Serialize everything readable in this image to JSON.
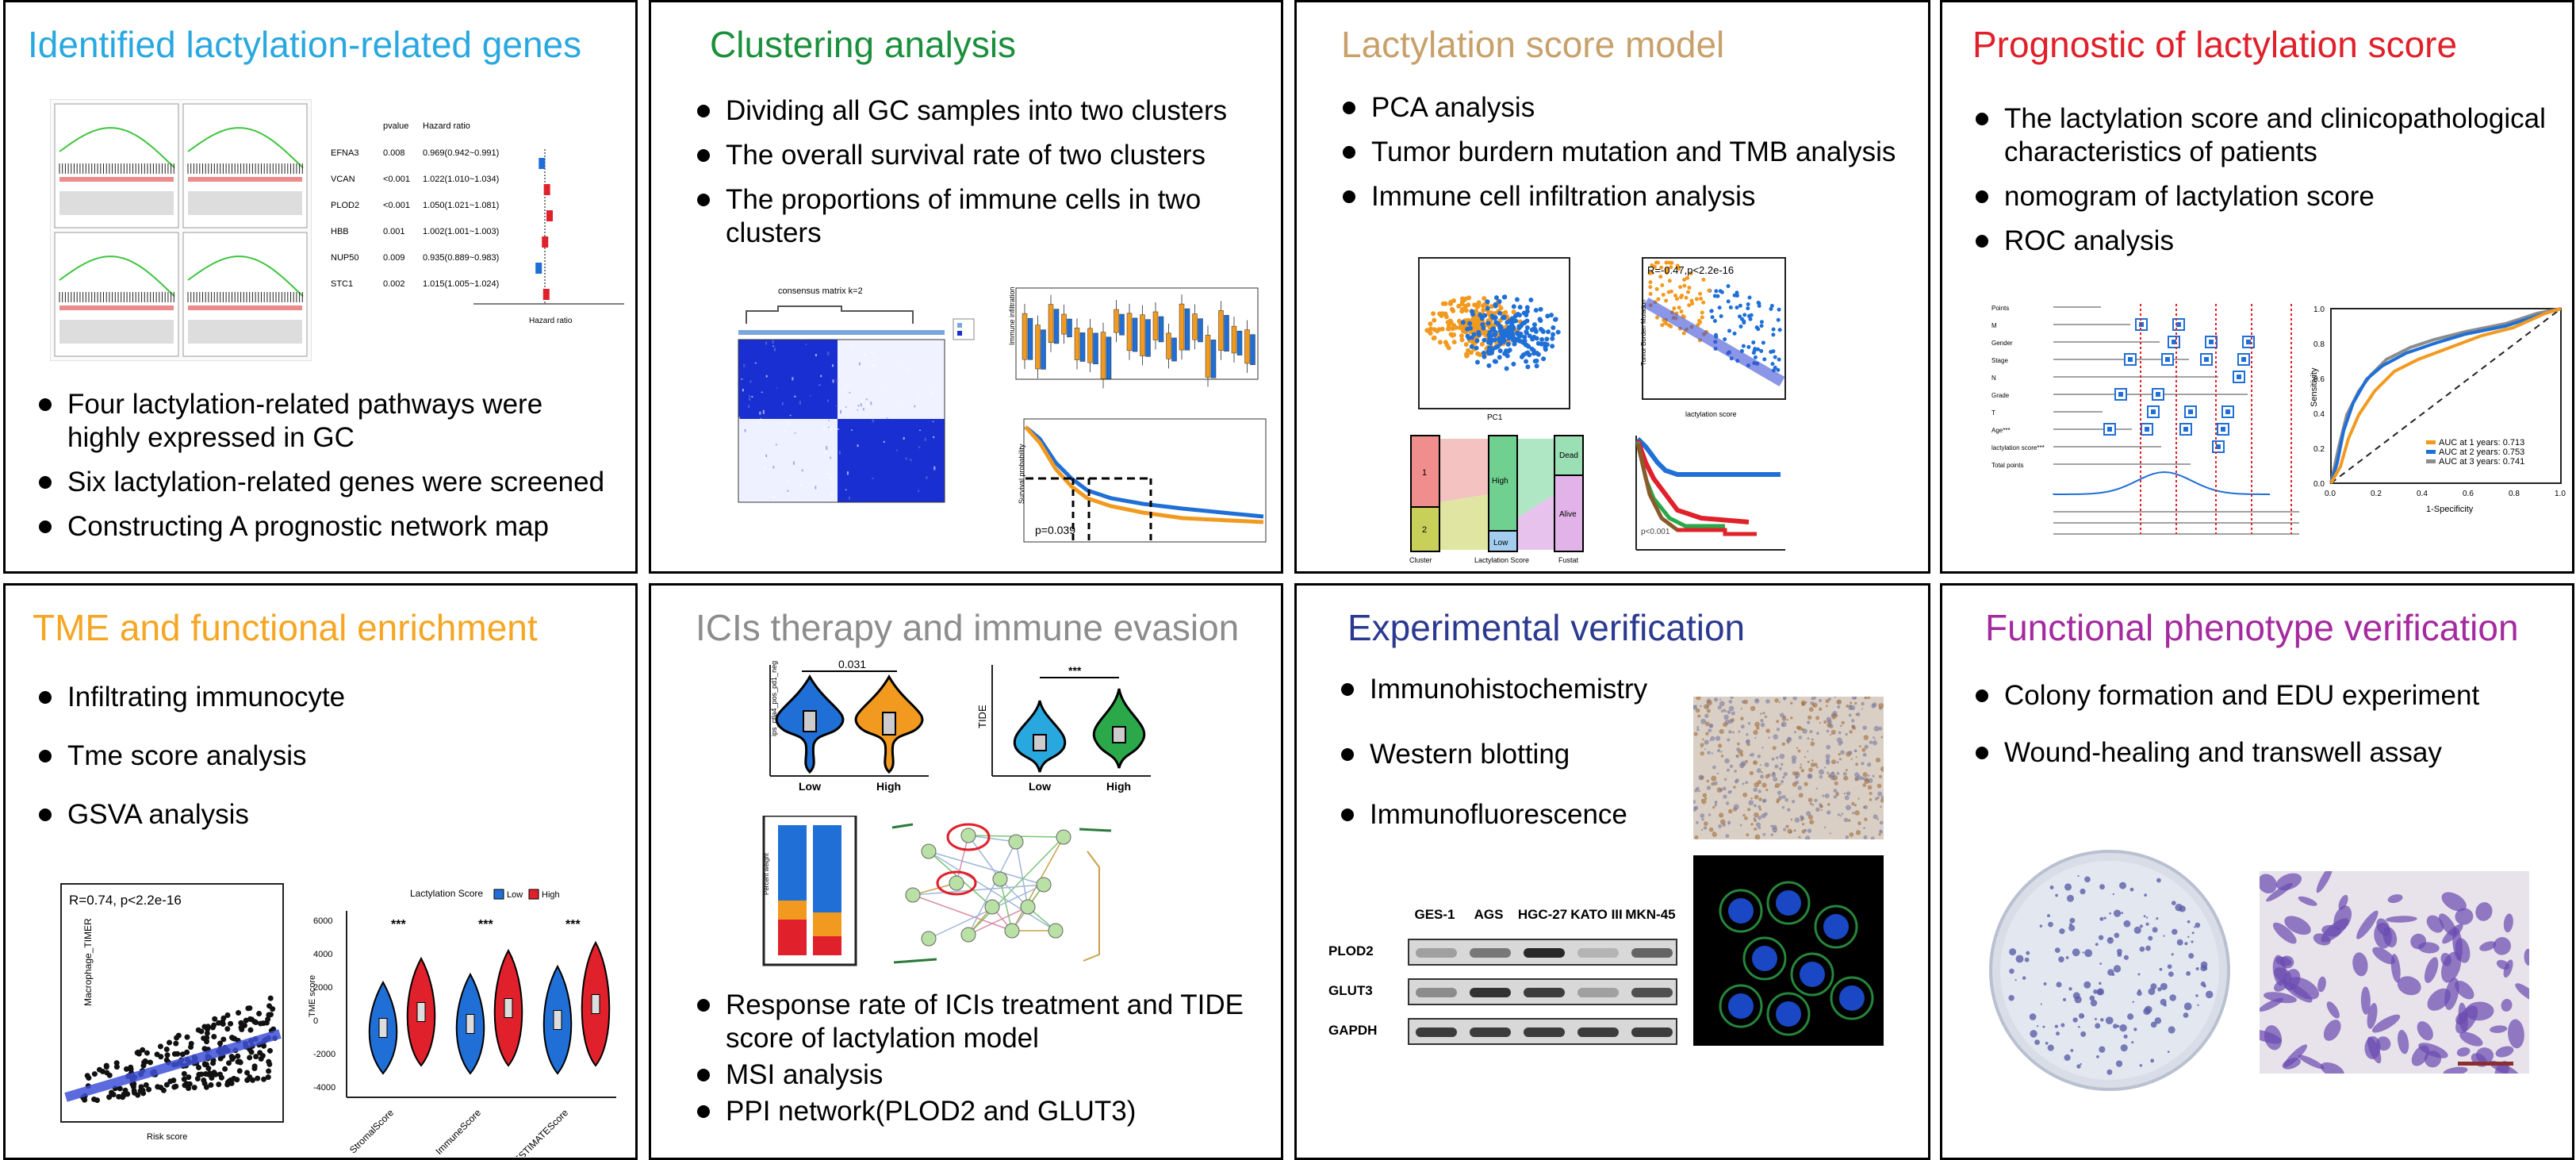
{
  "colors": {
    "p1": "#29a8e0",
    "p2": "#1a8f3c",
    "p3": "#c8a06a",
    "p4": "#e0202a",
    "p5": "#f5a623",
    "p6": "#8c8c8c",
    "p7": "#2b3990",
    "p8": "#a52a9f",
    "blue": "#1f6fd6",
    "orange": "#f29a1f",
    "red": "#e0202a",
    "green": "#2aa84a"
  },
  "panels": [
    {
      "title": "Identified lactylation-related genes",
      "bullets": [
        "Four lactylation-related pathways were highly expressed in GC",
        "Six lactylation-related genes were screened",
        "Constructing A prognostic network map"
      ]
    },
    {
      "title": "Clustering analysis",
      "bullets": [
        "Dividing all GC samples into two clusters",
        "The overall survival rate of two clusters",
        "The proportions of immune cells in two clusters"
      ]
    },
    {
      "title": "Lactylation score model",
      "bullets": [
        "PCA analysis",
        "Tumor burdern mutation and TMB analysis",
        "Immune cell infiltration analysis"
      ]
    },
    {
      "title": "Prognostic of lactylation score",
      "bullets": [
        "The lactylation score and clinicopathological characteristics of patients",
        "nomogram of lactylation score",
        "ROC analysis"
      ]
    },
    {
      "title": "TME and functional enrichment",
      "bullets": [
        "Infiltrating immunocyte",
        "Tme score analysis",
        "GSVA analysis"
      ]
    },
    {
      "title": "ICIs therapy and immune evasion",
      "bullets": [
        "Response rate of ICIs treatment and TIDE score of lactylation model",
        "MSI analysis",
        "PPI network(PLOD2 and GLUT3)"
      ]
    },
    {
      "title": "Experimental verification",
      "bullets": [
        "Immunohistochemistry",
        "Western blotting",
        "Immunofluorescence"
      ]
    },
    {
      "title": "Functional phenotype verification",
      "bullets": [
        "Colony formation and EDU experiment",
        "Wound-healing and transwell assay"
      ]
    }
  ],
  "forest": {
    "header": [
      "pvalue",
      "Hazard ratio"
    ],
    "rows": [
      {
        "gene": "EFNA3",
        "p": "0.008",
        "hr": "0.969(0.942~0.991)"
      },
      {
        "gene": "VCAN",
        "p": "<0.001",
        "hr": "1.022(1.010~1.034)"
      },
      {
        "gene": "PLOD2",
        "p": "<0.001",
        "hr": "1.050(1.021~1.081)"
      },
      {
        "gene": "HBB",
        "p": "0.001",
        "hr": "1.002(1.001~1.003)"
      },
      {
        "gene": "NUP50",
        "p": "0.009",
        "hr": "0.935(0.889~0.983)"
      },
      {
        "gene": "STC1",
        "p": "0.002",
        "hr": "1.015(1.005~1.024)"
      }
    ],
    "xlabel": "Hazard ratio"
  },
  "clustering": {
    "heatmap_label": "consensus matrix k=2",
    "km_pvalue": "p=0.039"
  },
  "lacmodel": {
    "pca_xlabel": "PC1",
    "tmb_stat": "R=-0.47,p<2.2e-16",
    "tmb_xlabel": "lactylation score",
    "tmb_ylabel": "Tumor Burden Mutation",
    "sankey_labels": [
      "Cluster",
      "Lactylation Score",
      "Fustat"
    ],
    "sankey_nodes": [
      "1",
      "2",
      "High",
      "Low",
      "Dead",
      "Alive"
    ]
  },
  "roc_legend": [
    "AUC at 1 years: 0.713",
    "AUC at 2 years: 0.753",
    "AUC at 3 years: 0.741"
  ],
  "roc_xlabel": "1-Specificity",
  "roc_ylabel": "Sensitivity",
  "tme": {
    "scatter_stat": "R=0.74, p<2.2e-16",
    "scatter_ylabel": "Macrophage_TIMER",
    "scatter_xlabel": "Risk score",
    "legend_title": "Lactylation Score",
    "legend_items": [
      "Low",
      "High"
    ],
    "groups": [
      "StromalScore",
      "ImmuneScore",
      "ESTIMATEScore"
    ],
    "yticks": [
      "6000",
      "4000",
      "2000",
      "0",
      "-2000",
      "-4000"
    ],
    "ylabel": "TME score",
    "sig": "***"
  },
  "icis": {
    "violin1_p": "0.031",
    "violin1_ylabel": "ips_ctla4_pos_pd1_neg",
    "violin2_sig": "***",
    "violin2_ylabel": "TIDE",
    "groups": [
      "Low",
      "High"
    ]
  },
  "western": {
    "lanes": [
      "GES-1",
      "AGS",
      "HGC-27",
      "KATO III",
      "MKN-45"
    ],
    "proteins": [
      "PLOD2",
      "GLUT3",
      "GAPDH"
    ]
  }
}
